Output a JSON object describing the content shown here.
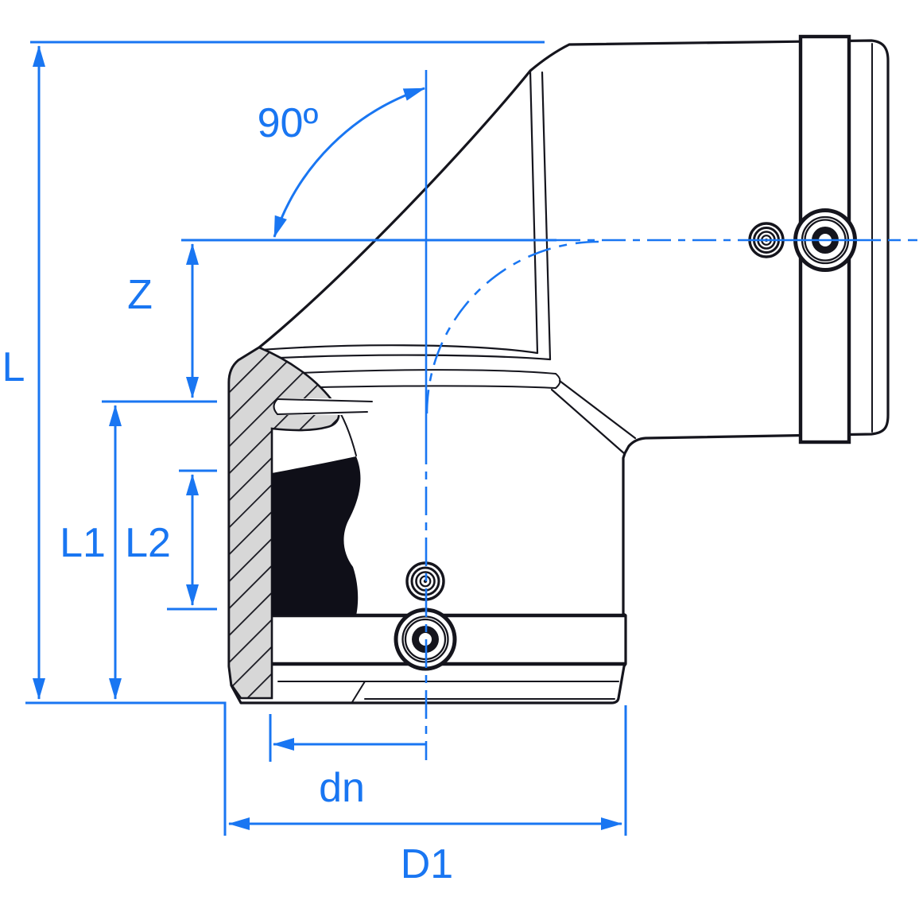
{
  "drawing": {
    "title": "90 degree electrofusion elbow - dimension drawing",
    "labels": {
      "angle": "90º",
      "overall_length": "L",
      "offset_to_center": "Z",
      "socket_leg_length": "L1",
      "fusion_zone_length": "L2",
      "pipe_diameter": "dn",
      "body_outer_diameter": "D1"
    },
    "colors": {
      "dimension_blue": "#1976F2",
      "outline_black": "#15151D",
      "hatch_gray": "#D7D7D7",
      "fusion_zone_black": "#0F0F18",
      "background": "#FFFFFF"
    }
  }
}
